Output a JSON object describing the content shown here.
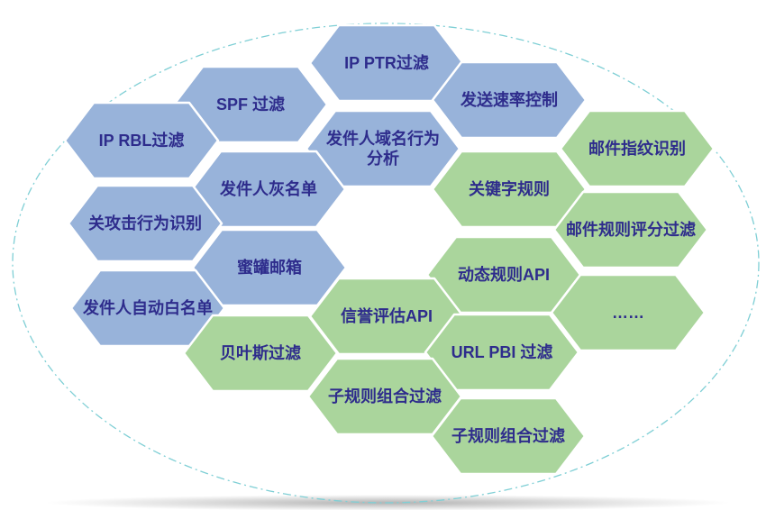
{
  "colors": {
    "blue_fill": "#98B3DA",
    "green_fill": "#AAD59C",
    "text": "#2E2C8C",
    "boundary": "#7FCFD5"
  },
  "hexes": [
    {
      "id": "ip-ptr",
      "group": "blue",
      "lines": [
        "IP PTR过滤"
      ]
    },
    {
      "id": "spf",
      "group": "blue",
      "lines": [
        "SPF 过滤"
      ]
    },
    {
      "id": "send-rate",
      "group": "blue",
      "lines": [
        "发送速率控制"
      ]
    },
    {
      "id": "ip-rbl",
      "group": "blue",
      "lines": [
        "IP RBL过滤"
      ]
    },
    {
      "id": "sender-domain",
      "group": "blue",
      "lines": [
        "发件人域名行为",
        "分析"
      ]
    },
    {
      "id": "sender-greylist",
      "group": "blue",
      "lines": [
        "发件人灰名单"
      ]
    },
    {
      "id": "attack-behavior",
      "group": "blue",
      "lines": [
        "关攻击行为识别"
      ]
    },
    {
      "id": "honeypot",
      "group": "blue",
      "lines": [
        "蜜罐邮箱"
      ]
    },
    {
      "id": "sender-whitelist",
      "group": "blue",
      "lines": [
        "发件人自动白名单"
      ]
    },
    {
      "id": "mail-fingerprint",
      "group": "green",
      "lines": [
        "邮件指纹识别"
      ]
    },
    {
      "id": "keyword-rule",
      "group": "green",
      "lines": [
        "关键字规则"
      ]
    },
    {
      "id": "mail-rule-score",
      "group": "green",
      "lines": [
        "邮件规则评分过滤"
      ]
    },
    {
      "id": "dynamic-rule-api",
      "group": "green",
      "lines": [
        "动态规则API"
      ]
    },
    {
      "id": "more",
      "group": "green",
      "lines": [
        "……"
      ]
    },
    {
      "id": "reputation-api",
      "group": "green",
      "lines": [
        "信誉评估API"
      ]
    },
    {
      "id": "bayes",
      "group": "green",
      "lines": [
        "贝叶斯过滤"
      ]
    },
    {
      "id": "url-pbi",
      "group": "green",
      "lines": [
        "URL PBI 过滤"
      ]
    },
    {
      "id": "subrule-combo-1",
      "group": "green",
      "lines": [
        "子规则组合过滤"
      ]
    },
    {
      "id": "subrule-combo-2",
      "group": "green",
      "lines": [
        "子规则组合过滤"
      ]
    }
  ]
}
